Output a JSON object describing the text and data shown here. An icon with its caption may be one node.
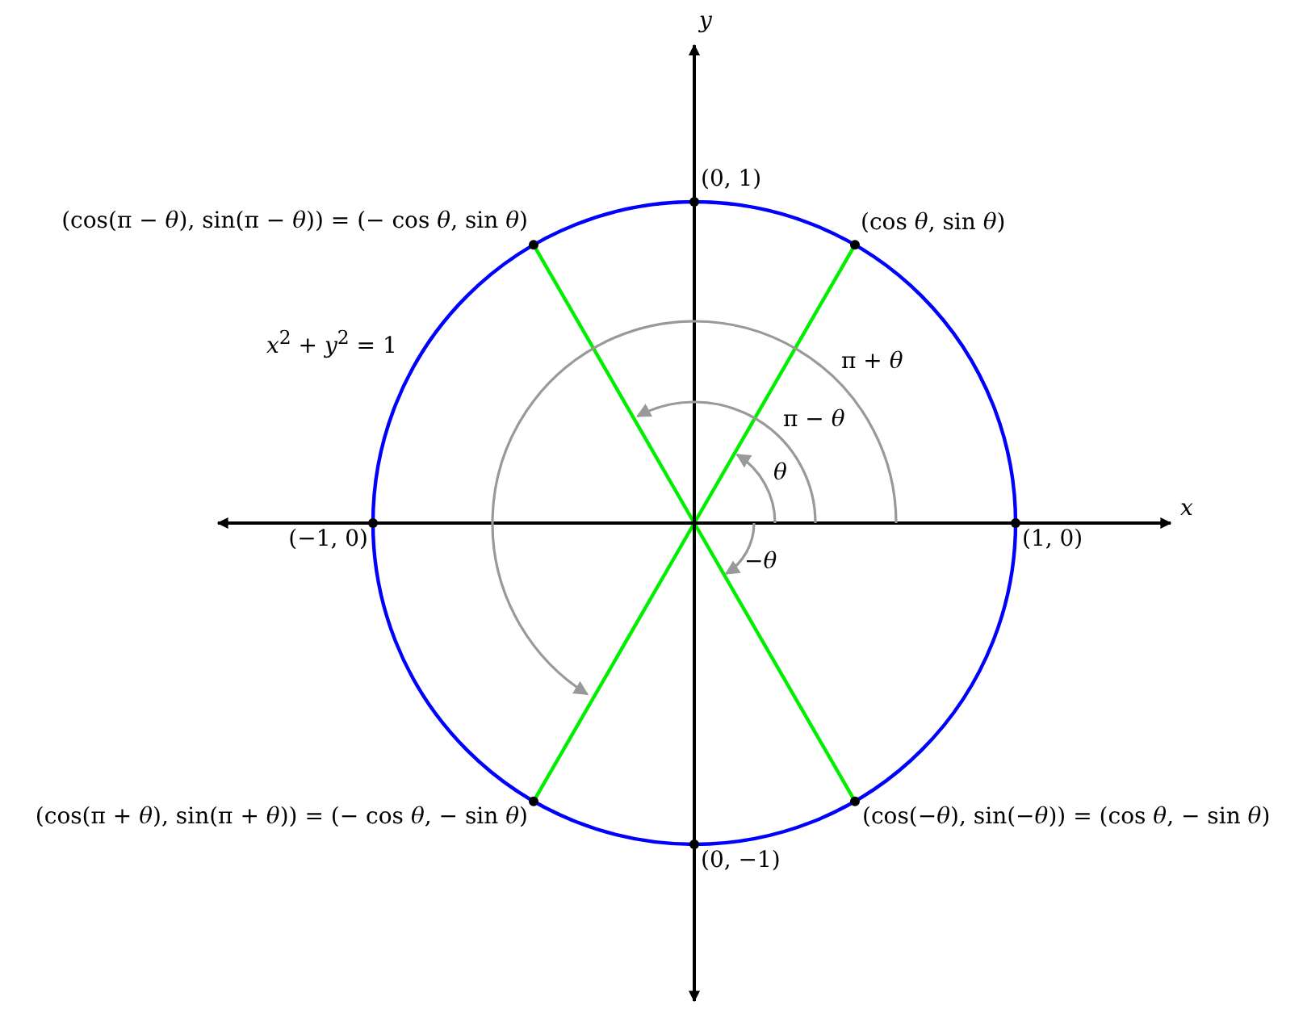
{
  "diagram": {
    "labels": [
      "*y*",
      "(0, 1)",
      "(cos(π − *θ*), sin(π − *θ*)) = (− cos *θ*, sin *θ*)",
      "(cos *θ*, sin *θ*)",
      "*x*$^{2}$ + *y*$^{2}$ = 1",
      "π + *θ*",
      "π − *θ*",
      "*θ*",
      "*x*",
      "(−1, 0)",
      "(1, 0)",
      "−*θ*",
      "(cos(π + *θ*), sin(π + *θ*)) = (− cos *θ*, − sin *θ*)",
      "(0, −1)",
      "(cos(−*θ*), sin(−*θ*)) = (cos *θ*, − sin *θ*)"
    ]
  }
}
